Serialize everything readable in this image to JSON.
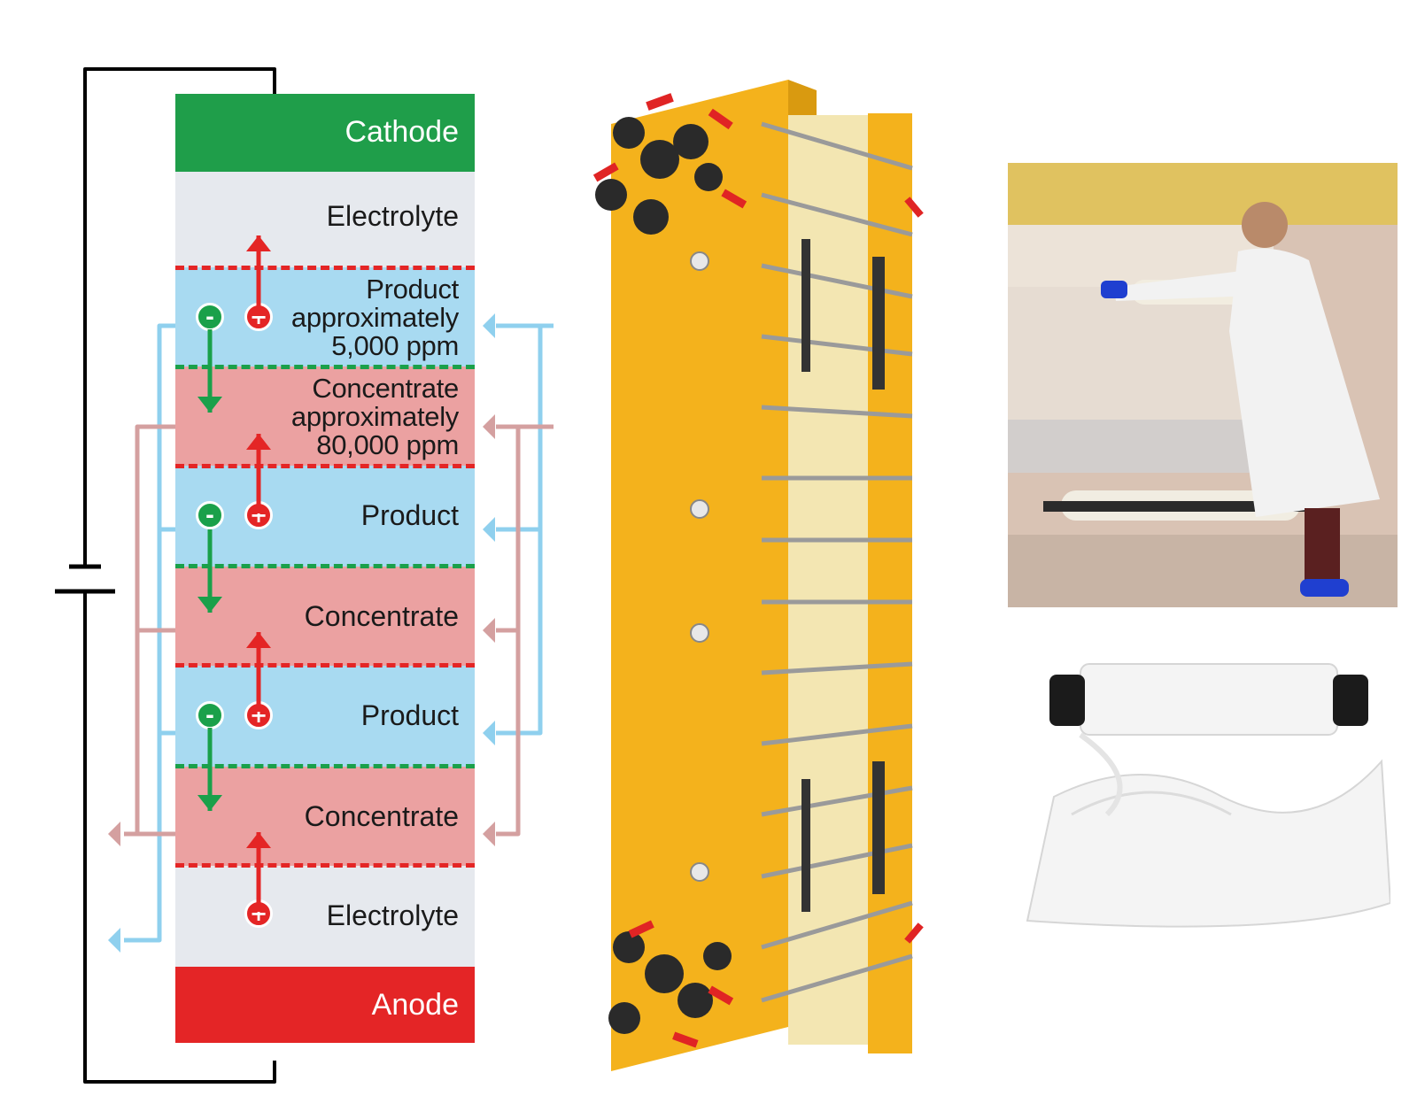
{
  "diagram": {
    "electrodes": {
      "cathode": {
        "label": "Cathode",
        "color": "#1f9e4a"
      },
      "anode": {
        "label": "Anode",
        "color": "#e42526"
      }
    },
    "bands": [
      {
        "id": "electrolyte-top",
        "label": "Electrolyte",
        "color": "#e6e9ee"
      },
      {
        "id": "product-1",
        "label_lines": [
          "Product",
          "approximately",
          "5,000 ppm"
        ],
        "color": "#a8daf1"
      },
      {
        "id": "concentrate-1",
        "label_lines": [
          "Concentrate",
          "approximately",
          "80,000 ppm"
        ],
        "color": "#eba1a1"
      },
      {
        "id": "product-2",
        "label": "Product",
        "color": "#a8daf1"
      },
      {
        "id": "concentrate-2",
        "label": "Concentrate",
        "color": "#eba1a1"
      },
      {
        "id": "product-3",
        "label": "Product",
        "color": "#a8daf1"
      },
      {
        "id": "concentrate-3",
        "label": "Concentrate",
        "color": "#eba1a1"
      },
      {
        "id": "electrolyte-bottom",
        "label": "Electrolyte",
        "color": "#e6e9ee"
      }
    ],
    "membrane_colors": {
      "cation": "#e42525",
      "anion": "#1aa04a"
    },
    "flow_colors": {
      "product": "#8fd0ee",
      "concentrate": "#d4a0a0",
      "circuit": "#000000"
    },
    "ion_symbols": {
      "cation": "+",
      "anion": "-"
    }
  },
  "photos": {
    "stack_unit": {
      "colors": {
        "frame": "#f4b21c",
        "membrane": "#f3e6b2",
        "valve": "#2a2a2a",
        "handle": "#e02424"
      }
    },
    "manufacturing": {
      "colors": {
        "room": "#d9c3b4",
        "coat": "#f2f2f2",
        "glove": "#1f3fd0"
      }
    },
    "membrane_roll": {
      "colors": {
        "film": "#f4f4f4",
        "core": "#1b1b1b"
      }
    }
  }
}
